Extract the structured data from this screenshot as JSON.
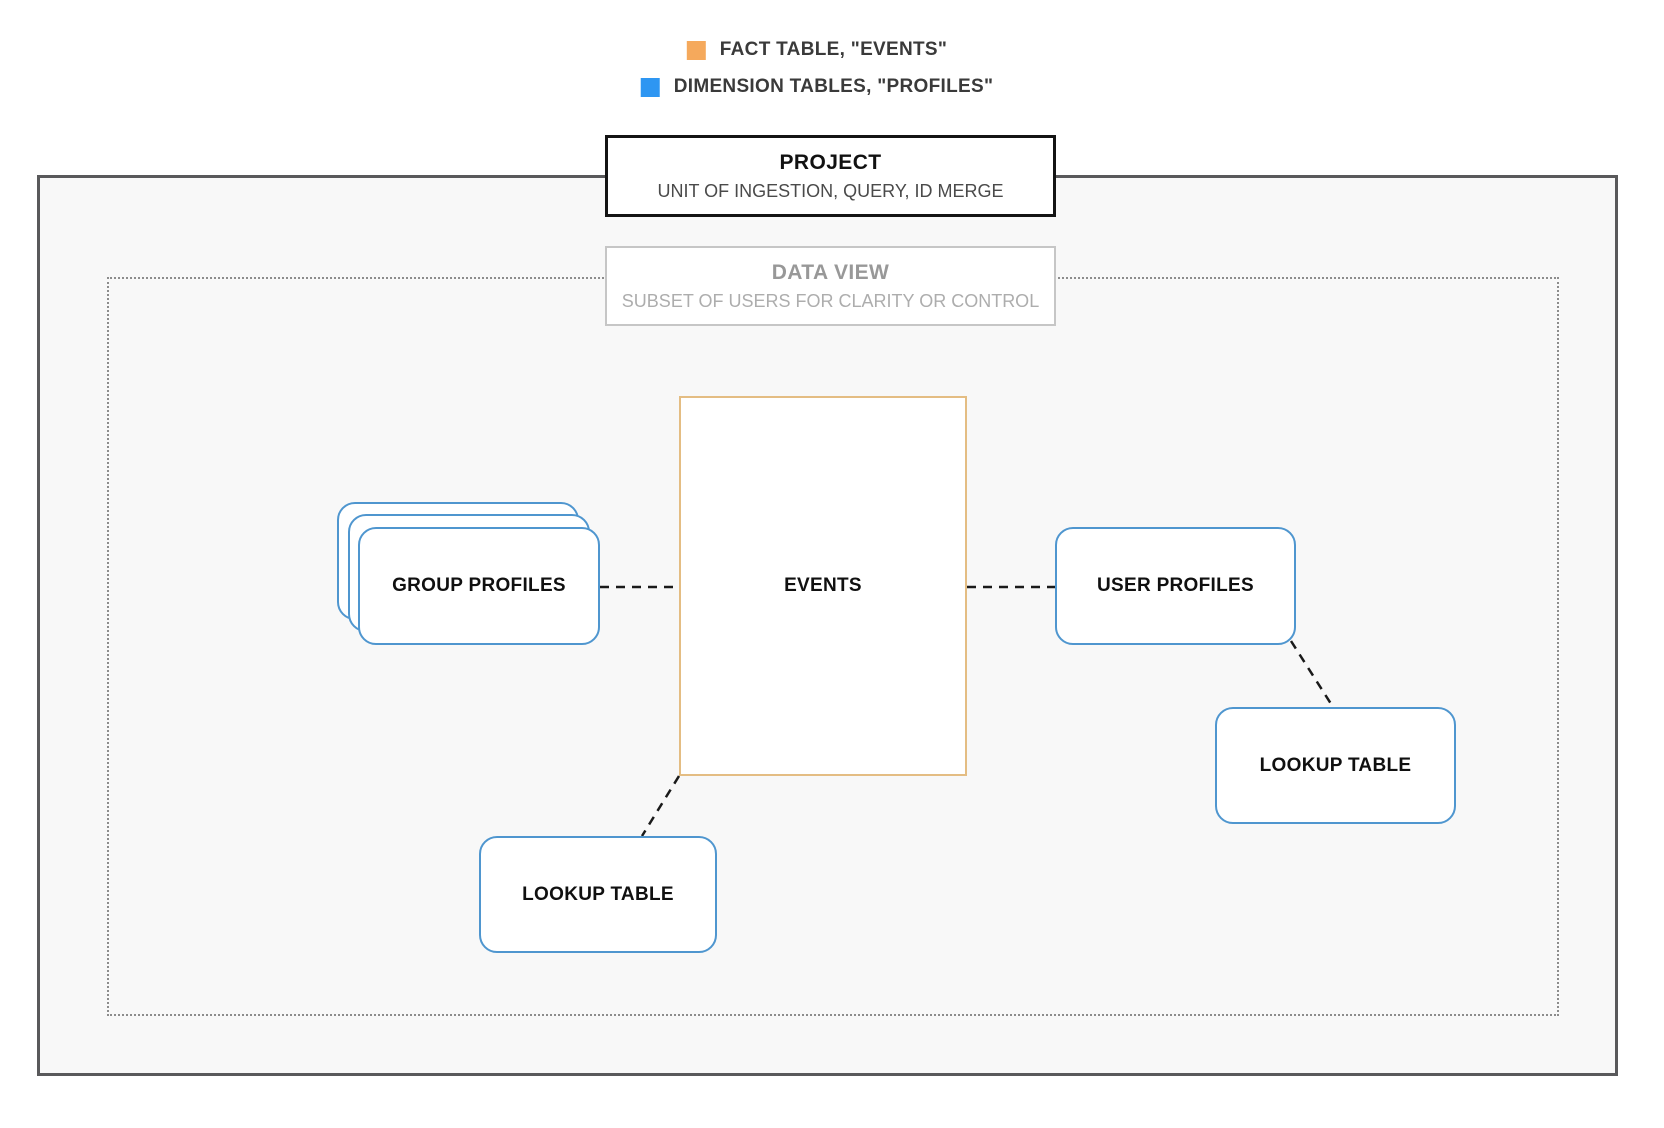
{
  "legend": {
    "items": [
      {
        "id": "fact",
        "label": "FACT TABLE, \"EVENTS\"",
        "color": "#f5a95c"
      },
      {
        "id": "dimension",
        "label": "DIMENSION TABLES, \"PROFILES\"",
        "color": "#2e96f2"
      }
    ]
  },
  "project": {
    "title": "PROJECT",
    "subtitle": "UNIT OF INGESTION, QUERY, ID MERGE"
  },
  "data_view": {
    "title": "DATA VIEW",
    "subtitle": "SUBSET OF USERS FOR CLARITY OR CONTROL"
  },
  "nodes": {
    "events": {
      "label": "EVENTS",
      "type": "fact"
    },
    "group_profiles": {
      "label": "GROUP PROFILES",
      "type": "dimension"
    },
    "user_profiles": {
      "label": "USER PROFILES",
      "type": "dimension"
    },
    "lookup_table_bottom": {
      "label": "LOOKUP TABLE",
      "type": "dimension"
    },
    "lookup_table_right": {
      "label": "LOOKUP TABLE",
      "type": "dimension"
    }
  },
  "colors": {
    "fact_swatch": "#f5a95c",
    "dimension_swatch": "#2e96f2",
    "fact_border": "#e4bd83",
    "dimension_border": "#4f96cf",
    "connector": "#1a1a1a"
  }
}
